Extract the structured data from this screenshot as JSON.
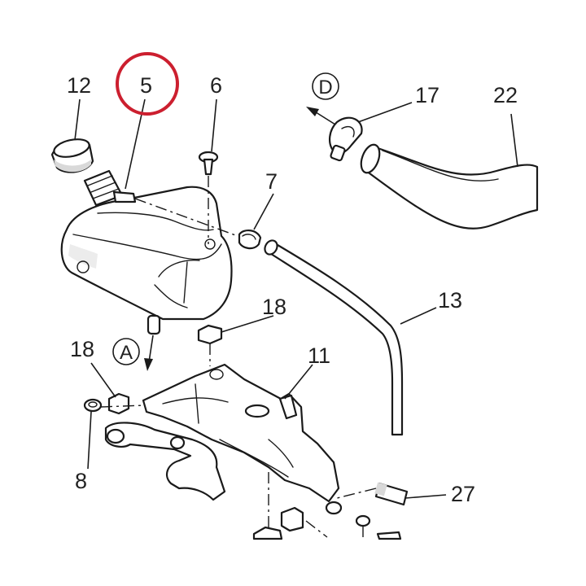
{
  "callouts": {
    "p12": "12",
    "p5": "5",
    "p6": "6",
    "p7": "7",
    "p17": "17",
    "p22": "22",
    "p13": "13",
    "p18a": "18",
    "p18b": "18",
    "p11": "11",
    "p8": "8",
    "p27": "27"
  },
  "direction_markers": {
    "a": "A",
    "d": "D"
  },
  "highlight": {
    "target": "5",
    "color": "#cc1f2f"
  }
}
